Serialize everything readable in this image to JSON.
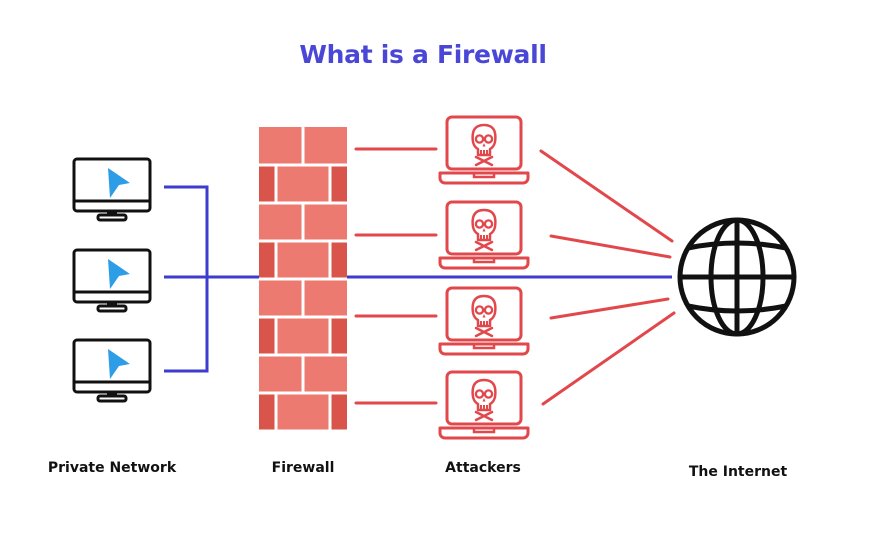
{
  "title": "What is a Firewall",
  "labels": {
    "private_network": "Private Network",
    "firewall": "Firewall",
    "attackers": "Attackers",
    "internet": "The Internet"
  },
  "colors": {
    "title": "#4a47d6",
    "network_line": "#3d3ccf",
    "attack": "#e2474b",
    "brick_light": "#ec7a70",
    "brick_dark": "#d9544a",
    "cursor": "#2d9de8",
    "ink": "#111111"
  },
  "icons": {
    "computer": "desktop-monitor-icon",
    "cursor": "cursor-arrow-icon",
    "attacker": "skull-laptop-icon",
    "internet": "globe-icon"
  }
}
